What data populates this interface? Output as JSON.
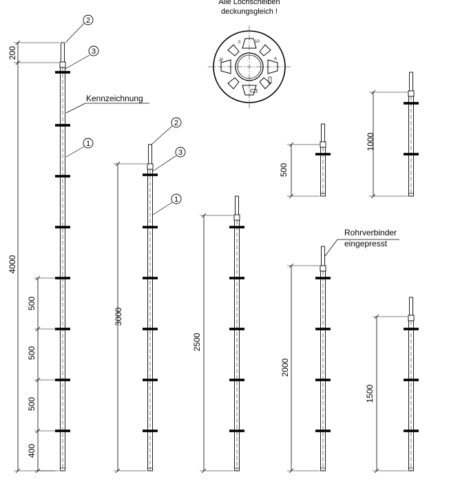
{
  "header": {
    "line1": "Alle Lochscheiben",
    "line2": "deckungsgleich !"
  },
  "rosette": {
    "marks": [
      "0",
      "10",
      "30",
      "A"
    ]
  },
  "labels": {
    "kennzeichnung": "Kennzeichnung",
    "rohrverbinder_line1": "Rohrverbinder",
    "rohrverbinder_line2": "eingepresst"
  },
  "part_numbers": [
    "1",
    "2",
    "3"
  ],
  "standards": [
    {
      "length": "4000",
      "segments": [
        "200",
        "500",
        "500",
        "500",
        "400"
      ]
    },
    {
      "length": "3000"
    },
    {
      "length": "2500"
    },
    {
      "length": "2000"
    },
    {
      "length": "1500"
    },
    {
      "length": "1000"
    },
    {
      "length": "500"
    }
  ],
  "colors": {
    "line": "#000000",
    "background": "#ffffff"
  }
}
